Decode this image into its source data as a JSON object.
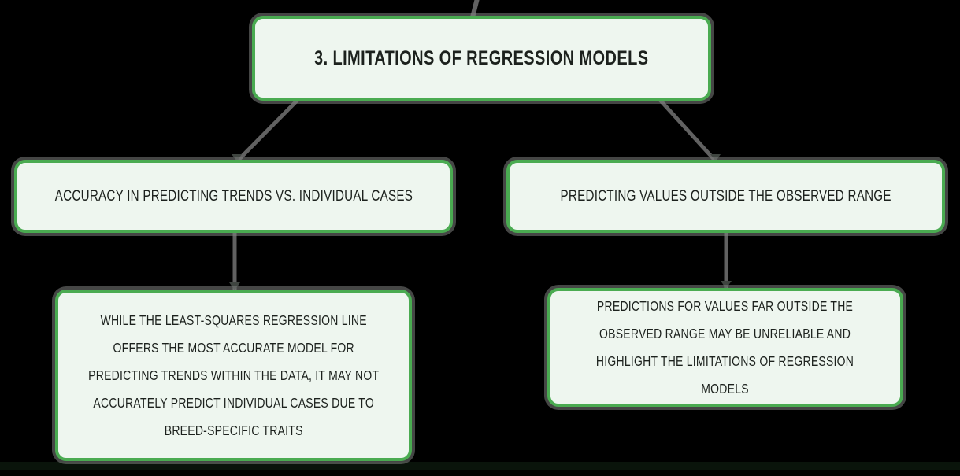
{
  "palette": {
    "canvas_bg": "#000000",
    "box_border_green": "#4aab51",
    "box_fill": "#eef6ef",
    "text_dark": "#1c211d",
    "connector_gray": "#616161"
  },
  "mindmap": {
    "root_title": "3. LIMITATIONS OF REGRESSION MODELS",
    "branches": [
      {
        "label": "ACCURACY IN PREDICTING TRENDS VS. INDIVIDUAL CASES",
        "detail_lines": [
          "WHILE THE LEAST-SQUARES REGRESSION LINE",
          "OFFERS THE MOST ACCURATE MODEL FOR",
          "PREDICTING TRENDS WITHIN THE DATA, IT MAY NOT",
          "ACCURATELY PREDICT INDIVIDUAL CASES DUE TO",
          "BREED-SPECIFIC TRAITS"
        ]
      },
      {
        "label": "PREDICTING VALUES OUTSIDE THE OBSERVED RANGE",
        "detail_lines": [
          "PREDICTIONS FOR VALUES FAR OUTSIDE THE",
          "OBSERVED RANGE MAY BE UNRELIABLE AND",
          "HIGHLIGHT THE LIMITATIONS OF REGRESSION",
          "MODELS"
        ]
      }
    ]
  }
}
